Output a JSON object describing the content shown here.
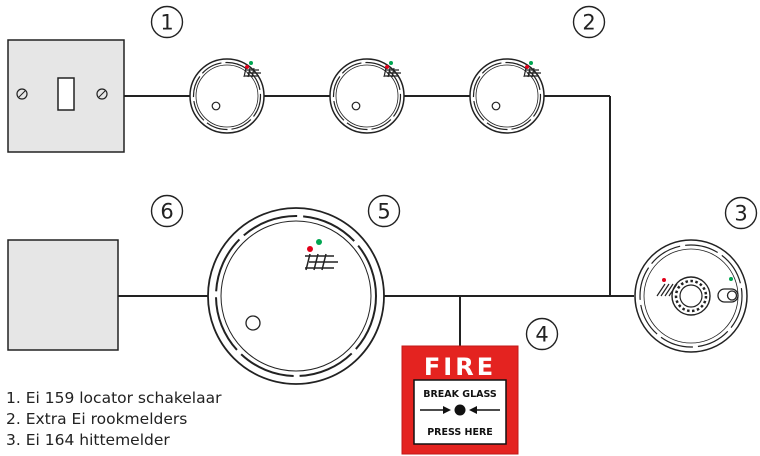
{
  "callouts": {
    "c1": "1",
    "c2": "2",
    "c3": "3",
    "c4": "4",
    "c5": "5",
    "c6": "6"
  },
  "call_point": {
    "title": "FIRE",
    "line1": "BREAK GLASS",
    "line2": "PRESS HERE"
  },
  "legend": [
    "1. Ei 159 locator schakelaar",
    "2. Extra Ei rookmelders",
    "3. Ei 164 hittemelder"
  ],
  "colors": {
    "wire": "#222222",
    "box_fill": "#e6e6e6",
    "fire_red": "#e42320",
    "led_red": "#e2001a",
    "led_green": "#00a651"
  }
}
